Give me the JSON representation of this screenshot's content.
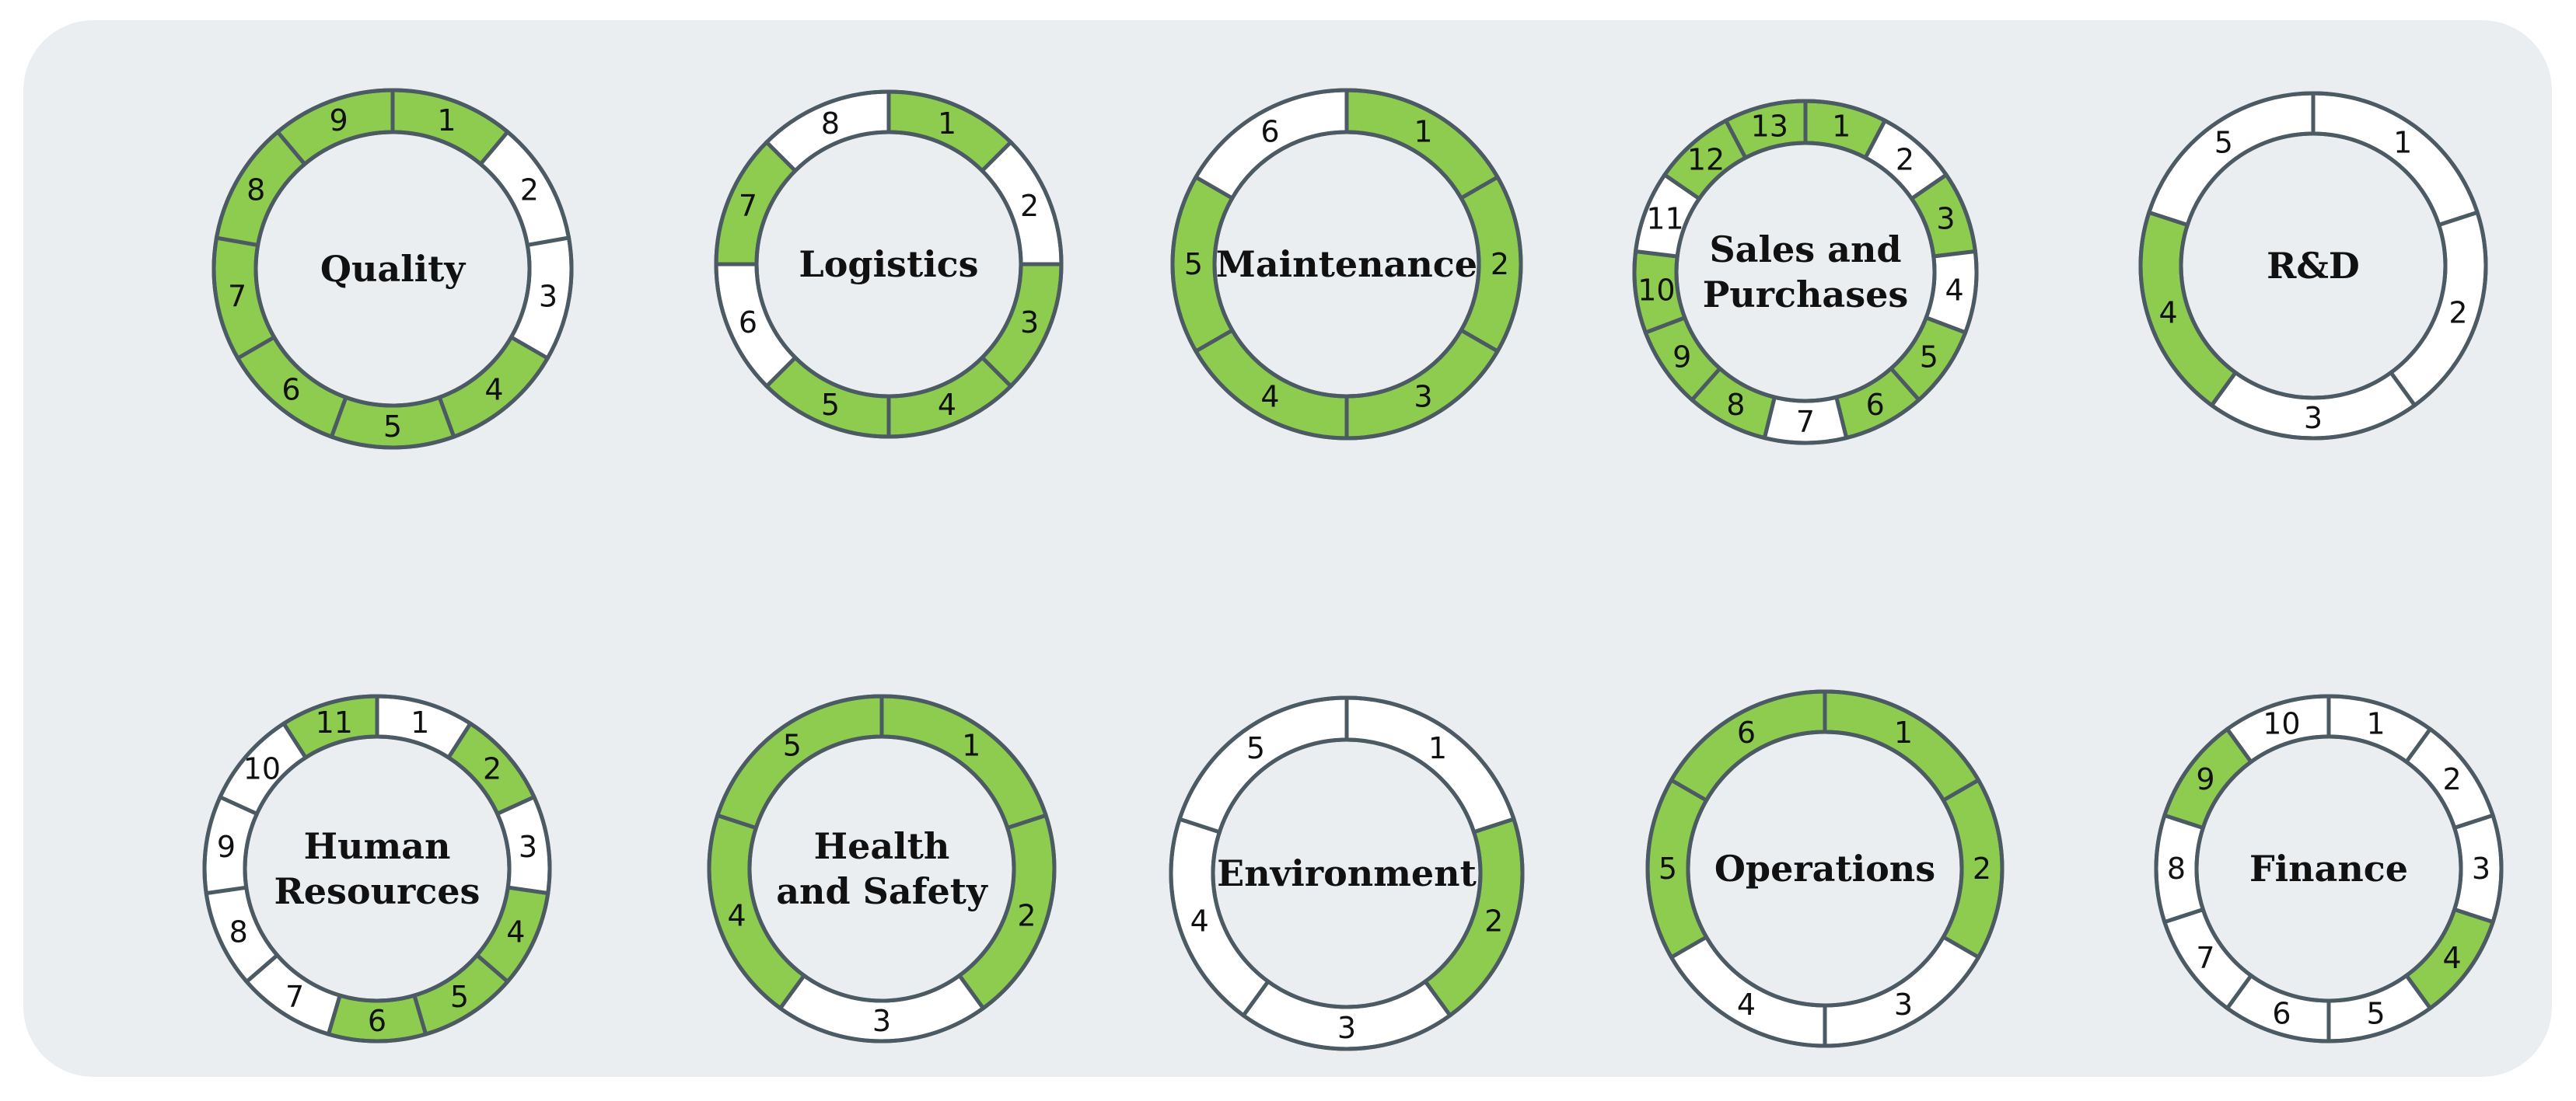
{
  "colors": {
    "panel_background": "#ebeef1",
    "segment_completed": "#8dcc4f",
    "segment_open": "#ffffff",
    "segment_border": "#4b5a63"
  },
  "rings": [
    {
      "label": [
        "Quality"
      ],
      "segments": [
        1,
        2,
        3,
        4,
        5,
        6,
        7,
        8,
        9
      ],
      "completed": [
        1,
        4,
        5,
        6,
        7,
        8,
        9
      ]
    },
    {
      "label": [
        "Logistics"
      ],
      "segments": [
        1,
        2,
        3,
        4,
        5,
        6,
        7,
        8
      ],
      "completed": [
        1,
        3,
        4,
        5,
        7
      ]
    },
    {
      "label": [
        "Maintenance"
      ],
      "segments": [
        1,
        2,
        3,
        4,
        5,
        6
      ],
      "completed": [
        1,
        2,
        3,
        4,
        5
      ]
    },
    {
      "label": [
        "Sales and",
        "Purchases"
      ],
      "segments": [
        1,
        2,
        3,
        4,
        5,
        6,
        7,
        8,
        9,
        10,
        11,
        12,
        13
      ],
      "completed": [
        1,
        3,
        5,
        6,
        8,
        9,
        10,
        12,
        13
      ]
    },
    {
      "label": [
        "R&D"
      ],
      "segments": [
        1,
        2,
        3,
        4,
        5
      ],
      "completed": [
        4
      ]
    },
    {
      "label": [
        "Human",
        "Resources"
      ],
      "segments": [
        1,
        2,
        3,
        4,
        5,
        6,
        7,
        8,
        9,
        10,
        11
      ],
      "completed": [
        2,
        4,
        5,
        6,
        11
      ]
    },
    {
      "label": [
        "Health",
        "and Safety"
      ],
      "segments": [
        1,
        2,
        3,
        4,
        5
      ],
      "completed": [
        1,
        2,
        4,
        5
      ]
    },
    {
      "label": [
        "Environment"
      ],
      "segments": [
        1,
        2,
        3,
        4,
        5
      ],
      "completed": [
        2
      ]
    },
    {
      "label": [
        "Operations"
      ],
      "segments": [
        1,
        2,
        3,
        4,
        5,
        6
      ],
      "completed": [
        1,
        2,
        5,
        6
      ]
    },
    {
      "label": [
        "Finance"
      ],
      "segments": [
        1,
        2,
        3,
        4,
        5,
        6,
        7,
        8,
        9,
        10
      ],
      "completed": [
        4,
        9
      ]
    }
  ]
}
